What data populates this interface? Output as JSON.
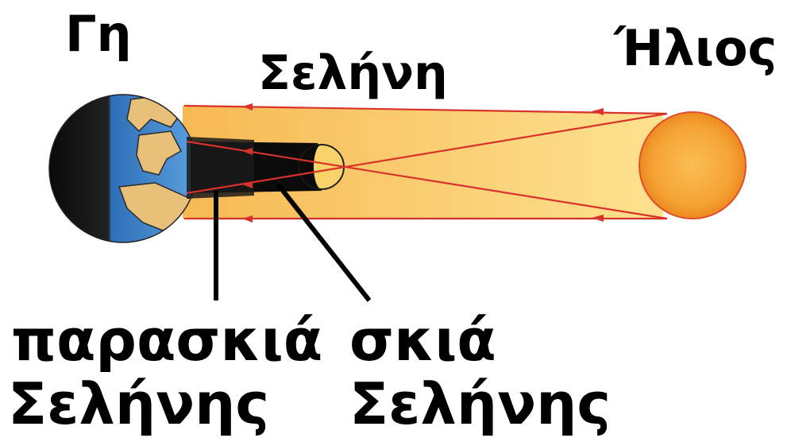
{
  "labels": {
    "earth": "Γη",
    "moon": "Σελήνη",
    "sun": "Ήλιος",
    "penumbra_line1": "παρασκιά",
    "penumbra_line2": "Σελήνης",
    "umbra_line1": "σκιά",
    "umbra_line2": "Σελήνης"
  },
  "colors": {
    "sun": "#f5a233",
    "light_cone": "#fbd46a",
    "ray": "#d8322a",
    "umbra": "#0b0b0b",
    "ocean": "#3b7fc8",
    "land": "#e8c07a",
    "night_side": "#111111"
  }
}
